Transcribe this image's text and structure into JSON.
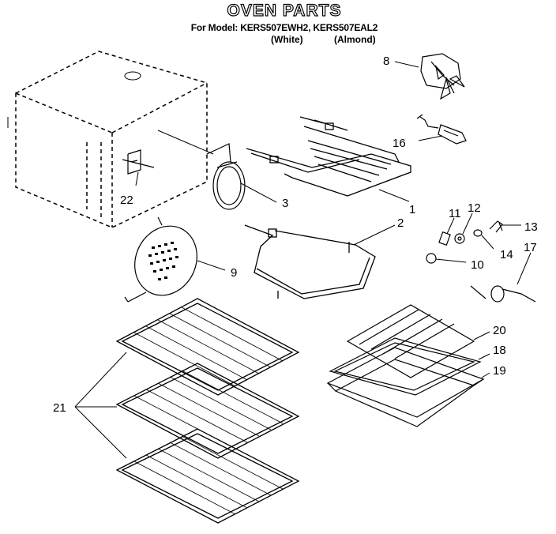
{
  "header": {
    "title": "OVEN PARTS",
    "subtitle": "For Model: KERS507EWH2, KERS507EAL2",
    "variant_white": "(White)",
    "variant_almond": "(Almond)"
  },
  "callouts": {
    "c1": "1",
    "c2": "2",
    "c3": "3",
    "c8": "8",
    "c9": "9",
    "c10": "10",
    "c11": "11",
    "c12": "12",
    "c13": "13",
    "c14": "14",
    "c16": "16",
    "c17": "17",
    "c18": "18",
    "c19": "19",
    "c20": "20",
    "c21": "21",
    "c22": "22"
  }
}
